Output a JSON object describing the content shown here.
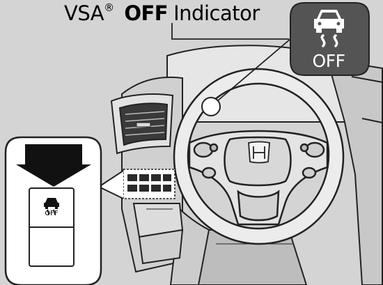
{
  "title": {
    "prefix": "VSA",
    "registered": "®",
    "state": "OFF",
    "suffix": "Indicator"
  },
  "button_label": "OFF",
  "indicator_label": "OFF",
  "icons": [
    "skid-car-icon",
    "steering-wheel",
    "honda-logo"
  ],
  "colors": {
    "background": "#d4d4d4",
    "indicator_bg": "#555555",
    "icon": "#ffffff"
  }
}
